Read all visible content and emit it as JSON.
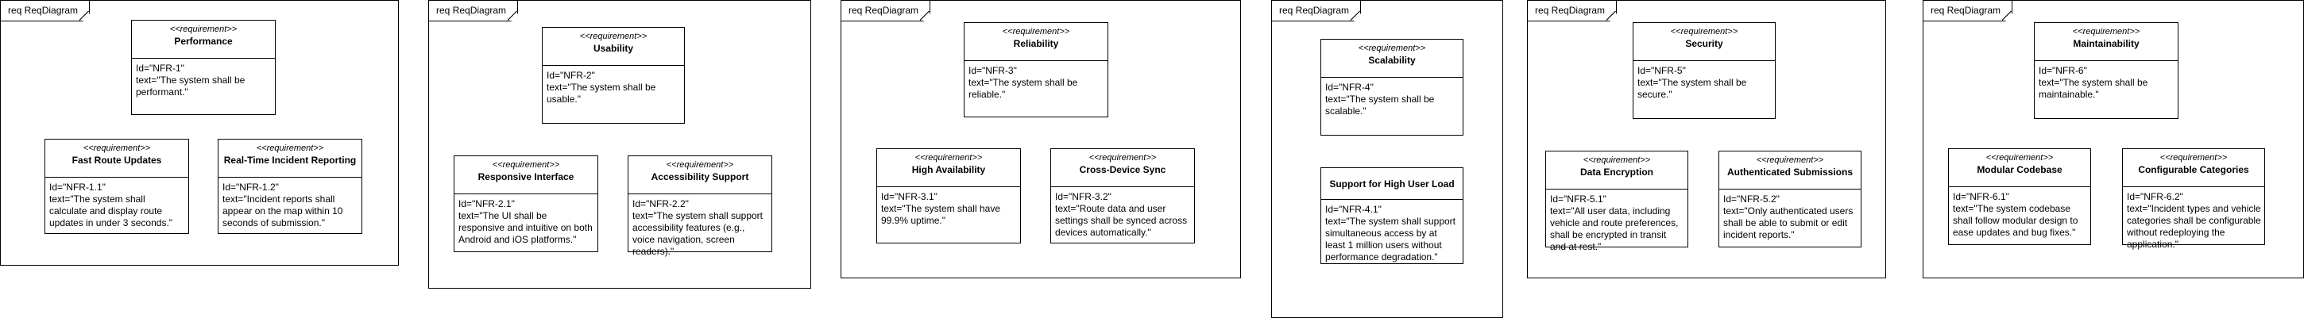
{
  "frames": [
    {
      "tab": "req ReqDiagram",
      "parent": {
        "stereotype": "<<requirement>>",
        "name": "Performance",
        "id": "Id=\"NFR-1\"",
        "text": "text=\"The system shall be performant.\""
      },
      "children": [
        {
          "stereotype": "<<requirement>>",
          "name": "Fast Route Updates",
          "id": "Id=\"NFR-1.1\"",
          "text": "text=\"The system shall calculate and display route updates in under 3 seconds.\""
        },
        {
          "stereotype": "<<requirement>>",
          "name": "Real-Time Incident Reporting",
          "id": "Id=\"NFR-1.2\"",
          "text": "text=\"Incident reports shall appear on the map within 10 seconds of submission.\""
        }
      ]
    },
    {
      "tab": "req ReqDiagram",
      "parent": {
        "stereotype": "<<requirement>>",
        "name": "Usability",
        "id": "Id=\"NFR-2\"",
        "text": "text=\"The system shall be usable.\""
      },
      "children": [
        {
          "stereotype": "<<requirement>>",
          "name": "Responsive Interface",
          "id": "Id=\"NFR-2.1\"",
          "text": "text=\"The UI shall be responsive and intuitive on both Android and iOS platforms.\""
        },
        {
          "stereotype": "<<requirement>>",
          "name": "Accessibility Support",
          "id": "Id=\"NFR-2.2\"",
          "text": "text=\"The system shall support accessibility features (e.g., voice navigation, screen readers).\""
        }
      ]
    },
    {
      "tab": "req ReqDiagram",
      "parent": {
        "stereotype": "<<requirement>>",
        "name": "Reliability",
        "id": "Id=\"NFR-3\"",
        "text": "text=\"The system shall be reliable.\""
      },
      "children": [
        {
          "stereotype": "<<requirement>>",
          "name": "High Availability",
          "id": "Id=\"NFR-3.1\"",
          "text": "text=\"The system shall have 99.9% uptime.\""
        },
        {
          "stereotype": "<<requirement>>",
          "name": "Cross-Device Sync",
          "id": "Id=\"NFR-3.2\"",
          "text": "text=\"Route data and user settings shall be synced across devices automatically.\""
        }
      ]
    },
    {
      "tab": "req ReqDiagram",
      "parent": {
        "stereotype": "<<requirement>>",
        "name": "Scalability",
        "id": "Id=\"NFR-4\"",
        "text": "text=\"The system shall be scalable.\""
      },
      "children": [
        {
          "stereotype": "",
          "name": "Support for High User Load",
          "id": "Id=\"NFR-4.1\"",
          "text": "text=\"The system shall support simultaneous access by at least 1 million users without performance degradation.\""
        }
      ]
    },
    {
      "tab": "req ReqDiagram",
      "parent": {
        "stereotype": "<<requirement>>",
        "name": "Security",
        "id": "Id=\"NFR-5\"",
        "text": "text=\"The system shall be secure.\""
      },
      "children": [
        {
          "stereotype": "<<requirement>>",
          "name": "Data Encryption",
          "id": "Id=\"NFR-5.1\"",
          "text": "text=\"All user data, including vehicle and route preferences, shall be encrypted in transit and at rest.\""
        },
        {
          "stereotype": "<<requirement>>",
          "name": "Authenticated Submissions",
          "id": "Id=\"NFR-5.2\"",
          "text": "text=\"Only authenticated users shall be able to submit or edit incident reports.\""
        }
      ]
    },
    {
      "tab": "req ReqDiagram",
      "parent": {
        "stereotype": "<<requirement>>",
        "name": "Maintainability",
        "id": "Id=\"NFR-6\"",
        "text": "text=\"The system shall be maintainable.\""
      },
      "children": [
        {
          "stereotype": "<<requirement>>",
          "name": "Modular Codebase",
          "id": "Id=\"NFR-6.1\"",
          "text": "text=\"The system codebase shall follow modular design to ease updates and bug fixes.\""
        },
        {
          "stereotype": "<<requirement>>",
          "name": "Configurable Categories",
          "id": "Id=\"NFR-6.2\"",
          "text": "text=\"Incident types and vehicle categories shall be configurable without redeploying the application.\""
        }
      ]
    }
  ]
}
